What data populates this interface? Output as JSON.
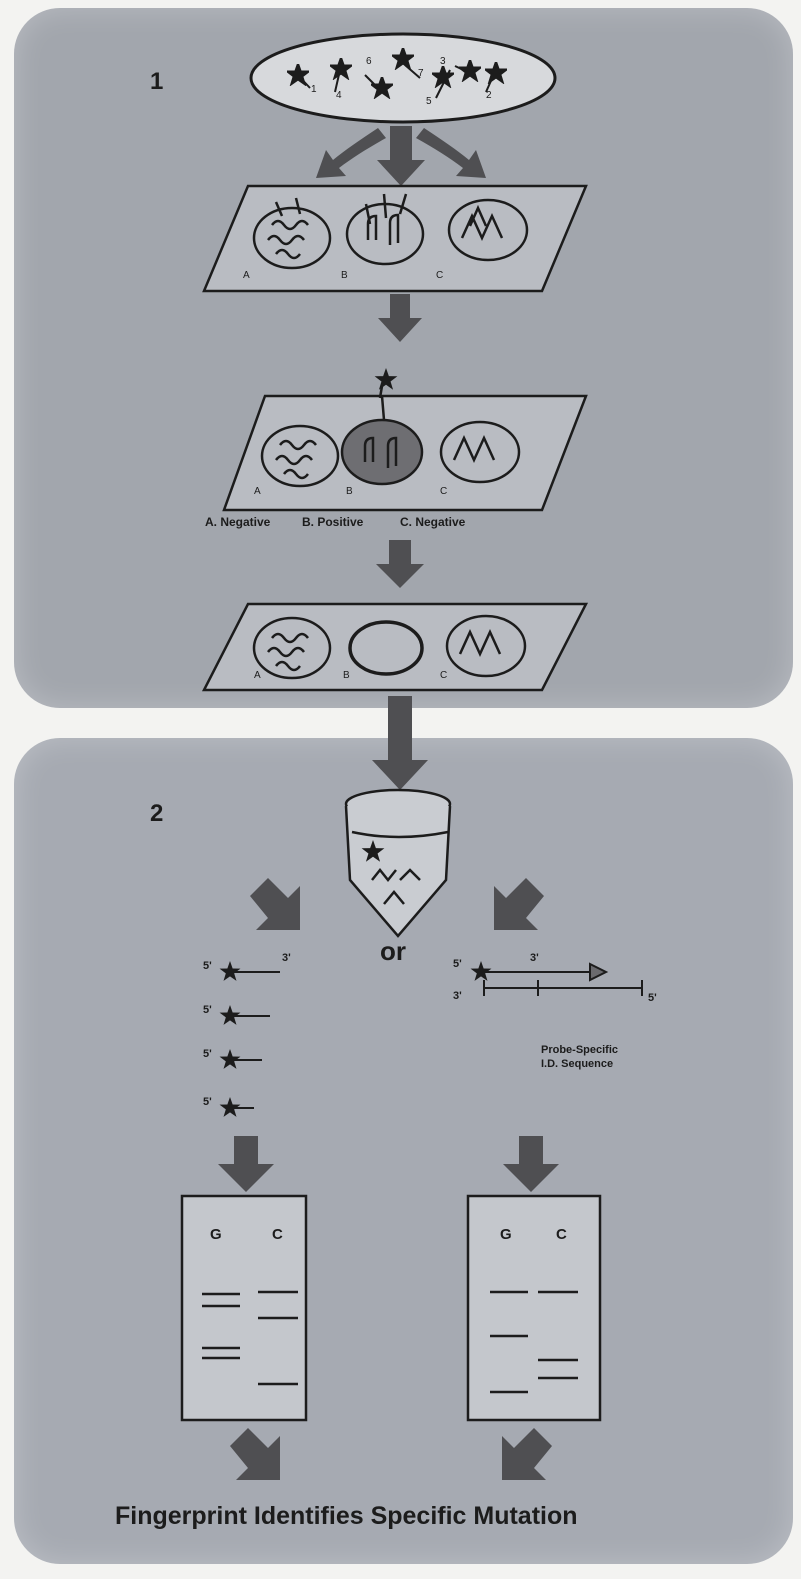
{
  "step1": {
    "number": "1",
    "probe_numbers": [
      "1",
      "4",
      "6",
      "7",
      "3",
      "5",
      "2"
    ],
    "spot_labels": [
      "A",
      "B",
      "C"
    ],
    "results": [
      "A. Negative",
      "B. Positive",
      "C. Negative"
    ]
  },
  "step2": {
    "number": "2",
    "or_label": "or",
    "prime_labels": {
      "five": "5'",
      "three": "3'"
    },
    "probe_specific_label": "Probe-Specific",
    "id_sequence_label": "I.D. Sequence",
    "gel_left": {
      "lanes": [
        "G",
        "C"
      ]
    },
    "gel_right": {
      "lanes": [
        "G",
        "C"
      ]
    }
  },
  "conclusion": "Fingerprint Identifies Specific Mutation",
  "colors": {
    "panel": "#a2a6ad",
    "arrow": "#4f4f52",
    "ink": "#1c1c1c",
    "slide": "#b9bcc2"
  }
}
